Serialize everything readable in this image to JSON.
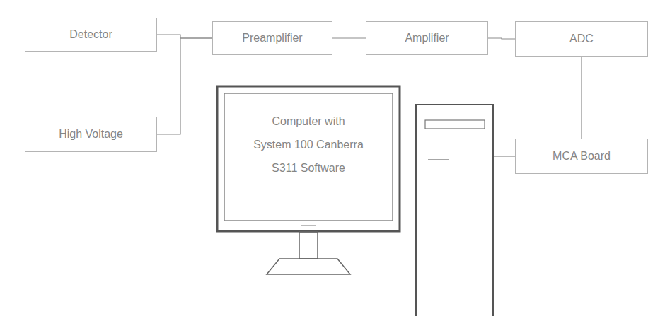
{
  "diagram": {
    "nodes": [
      {
        "text": [
          "Detector"
        ]
      },
      {
        "text": [
          "Preamplifier"
        ]
      },
      {
        "text": [
          "Amplifier"
        ]
      },
      {
        "text": [
          "ADC"
        ]
      },
      {
        "text": [
          "High Voltage"
        ]
      },
      {
        "text": [
          "Computer with System 100 Canberra S311 Software"
        ]
      },
      {
        "text": [
          "MCA Board"
        ]
      }
    ],
    "edges": [
      {
        "from": 0,
        "to": 1,
        "arrow": "none"
      },
      {
        "from": 4,
        "to": 1,
        "arrow": "none"
      },
      {
        "from": 1,
        "to": 2,
        "arrow": "none"
      },
      {
        "from": 2,
        "to": 3,
        "arrow": "none"
      },
      {
        "from": 3,
        "to": 6,
        "arrow": "none"
      },
      {
        "from": 6,
        "to": 5,
        "arrow": "none"
      }
    ]
  }
}
